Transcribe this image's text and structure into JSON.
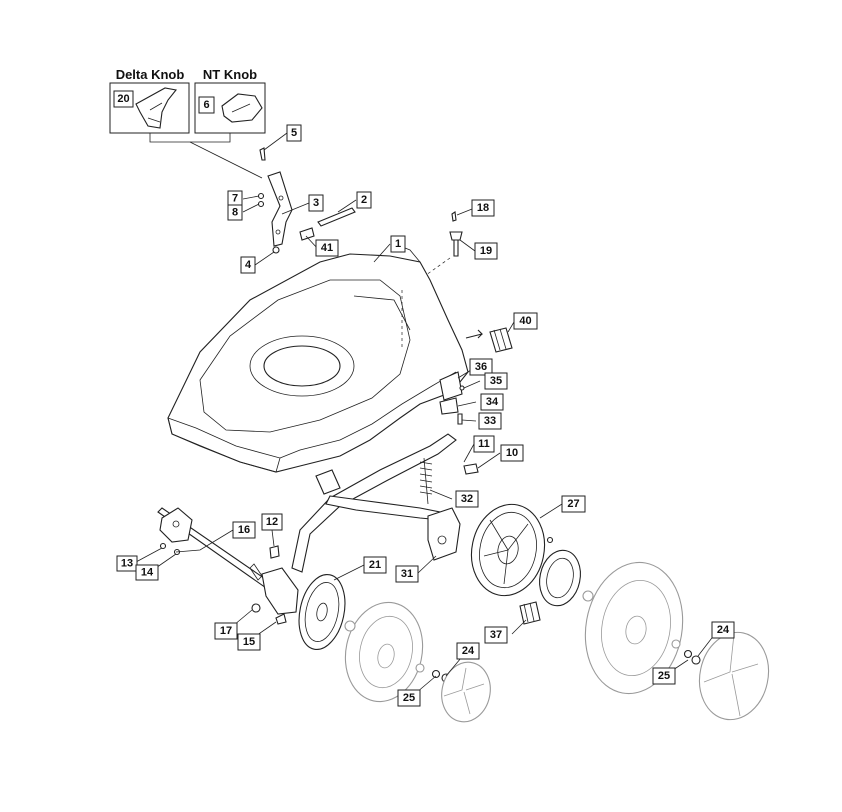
{
  "variants": [
    {
      "title": "Delta Knob",
      "part": "20"
    },
    {
      "title": "NT Knob",
      "part": "6"
    }
  ],
  "callouts": [
    "1",
    "2",
    "3",
    "4",
    "5",
    "7",
    "8",
    "10",
    "11",
    "12",
    "13",
    "14",
    "15",
    "16",
    "17",
    "18",
    "19",
    "21",
    "24",
    "24",
    "25",
    "25",
    "27",
    "31",
    "32",
    "33",
    "34",
    "35",
    "36",
    "37",
    "40",
    "41"
  ]
}
